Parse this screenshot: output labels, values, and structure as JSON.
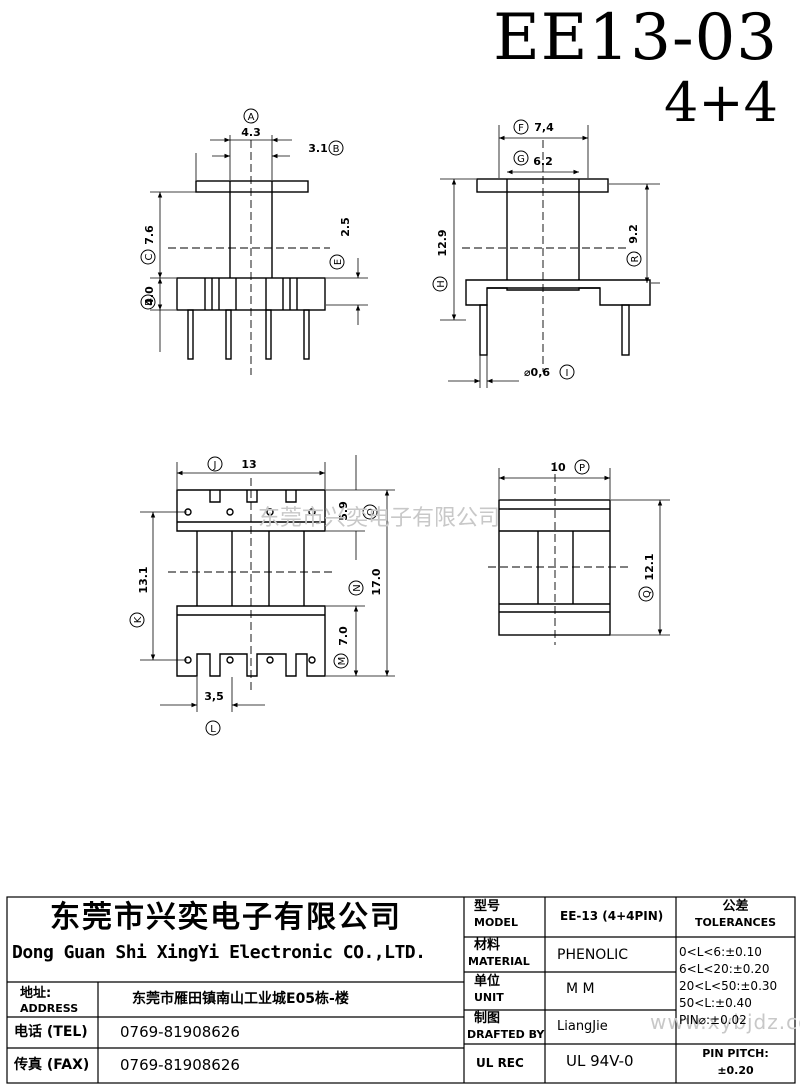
{
  "part_number": "EE13-03",
  "pin_config": "4+4",
  "dimensions": {
    "A": {
      "letter": "A",
      "value": "4.3"
    },
    "B": {
      "letter": "B",
      "value": "3.1"
    },
    "C": {
      "letter": "C",
      "value": "7.6"
    },
    "D": {
      "letter": "D",
      "value": "4.0"
    },
    "E": {
      "letter": "E",
      "value": "2.5"
    },
    "F": {
      "letter": "F",
      "value": "7,4"
    },
    "G": {
      "letter": "G",
      "value": "6.2"
    },
    "H": {
      "letter": "H",
      "value": "12.9"
    },
    "R": {
      "letter": "R",
      "value": "9.2"
    },
    "I": {
      "letter": "I",
      "value": "⌀0,6"
    },
    "J": {
      "letter": "J",
      "value": "13"
    },
    "O": {
      "letter": "O",
      "value": "5.9"
    },
    "N": {
      "letter": "N",
      "value": "17.0"
    },
    "K": {
      "letter": "K",
      "value": "13.1"
    },
    "M": {
      "letter": "M",
      "value": "7.0"
    },
    "L": {
      "letter": "L",
      "value": "3,5"
    },
    "P": {
      "letter": "P",
      "value": "10"
    },
    "Q": {
      "letter": "Q",
      "value": "12.1"
    }
  },
  "watermark_center": "东莞市兴奕电子有限公司",
  "watermark_corner": "www.xybjdz.com",
  "company": {
    "name_cn": "东莞市兴奕电子有限公司",
    "name_en": "Dong Guan Shi XingYi Electronic CO.,LTD."
  },
  "contact": {
    "address_label_cn": "地址:",
    "address_label_en": "ADDRESS",
    "address": "东莞市雁田镇南山工业城E05栋-楼",
    "tel_label": "电话 (TEL)",
    "tel": "0769-81908626",
    "fax_label": "传真 (FAX)",
    "fax": "0769-81908626"
  },
  "spec": {
    "model_label_cn": "型号",
    "model_label_en": "MODEL",
    "model": "EE-13 (4+4PIN)",
    "material_label_cn": "材料",
    "material_label_en": "MATERIAL",
    "material": "PHENOLIC",
    "unit_label_cn": "单位",
    "unit_label_en": "UNIT",
    "unit": "M M",
    "drafted_label_cn": "制图",
    "drafted_label_en": "DRAFTED BY",
    "drafted": "LiangJie",
    "ul_label": "UL REC",
    "ul": "UL 94V-0"
  },
  "tolerances": {
    "title_cn": "公差",
    "title_en": "TOLERANCES",
    "rows": [
      "0<L<6:±0.10",
      "6<L<20:±0.20",
      "20<L<50:±0.30",
      "50<L:±0.40",
      "PIN⌀:±0.02"
    ],
    "pin_pitch_label": "PIN PITCH:",
    "pin_pitch_value": "±0.20"
  }
}
